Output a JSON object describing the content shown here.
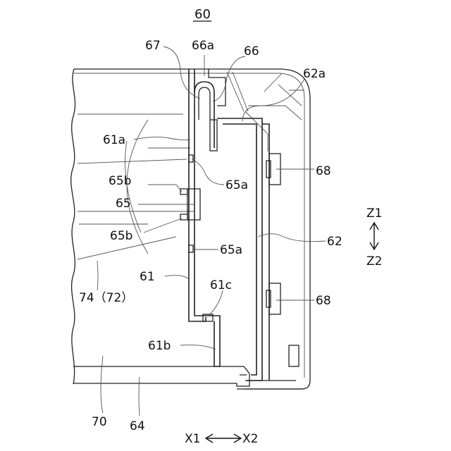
{
  "figure": {
    "title": "60",
    "labels": {
      "l67": "67",
      "l66a": "66a",
      "l66": "66",
      "l62a": "62a",
      "l61a": "61a",
      "l65b_top": "65b",
      "l65a_top": "65a",
      "l68_top": "68",
      "l65": "65",
      "l65b_bot": "65b",
      "l62": "62",
      "l65a_bot": "65a",
      "l61": "61",
      "l61c": "61c",
      "l74": "74（72）",
      "l68_bot": "68",
      "l61b": "61b",
      "l70": "70",
      "l64": "64"
    },
    "axes": {
      "z1": "Z1",
      "z2": "Z2",
      "x1": "X1",
      "x2": "X2"
    }
  }
}
